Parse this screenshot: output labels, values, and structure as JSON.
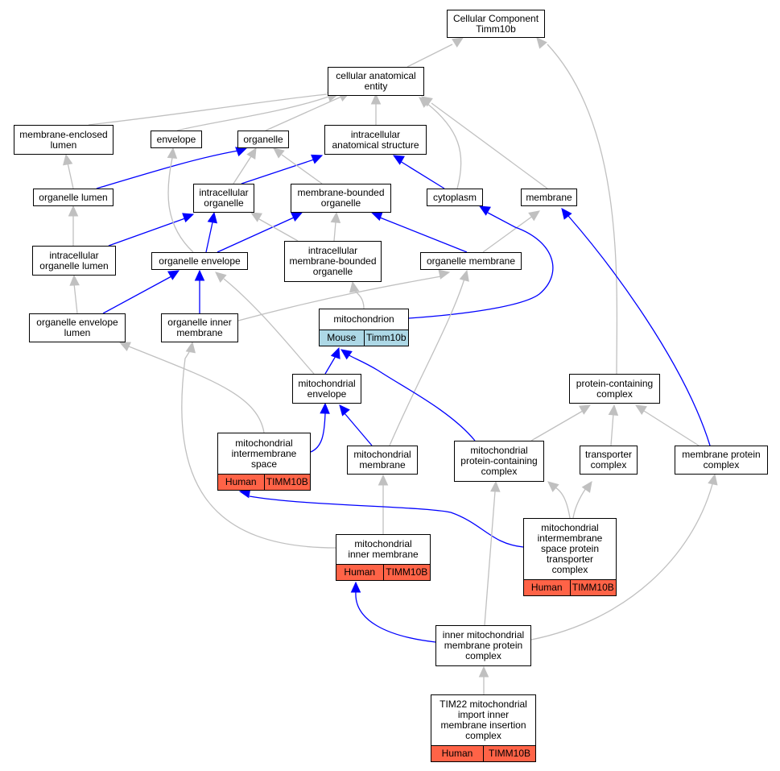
{
  "colors": {
    "is_a_edge": "#c0c0c0",
    "part_of_edge": "#0000ff",
    "mouse_tag": "#add8e6",
    "human_tag": "#ff6347"
  },
  "nodes": {
    "cellular_component": {
      "label": "Cellular Component\nTimm10b"
    },
    "cellular_anatomical_entity": {
      "label": "cellular anatomical\nentity"
    },
    "membrane_enclosed_lumen": {
      "label": "membrane-enclosed\nlumen"
    },
    "envelope": {
      "label": "envelope"
    },
    "organelle": {
      "label": "organelle"
    },
    "intracellular_anatomical_structure": {
      "label": "intracellular\nanatomical structure"
    },
    "organelle_lumen": {
      "label": "organelle lumen"
    },
    "intracellular_organelle": {
      "label": "intracellular\norganelle"
    },
    "membrane_bounded_organelle": {
      "label": "membrane-bounded\norganelle"
    },
    "cytoplasm": {
      "label": "cytoplasm"
    },
    "membrane": {
      "label": "membrane"
    },
    "intracellular_organelle_lumen": {
      "label": "intracellular\norganelle lumen"
    },
    "organelle_envelope": {
      "label": "organelle envelope"
    },
    "intracellular_membrane_bounded_organelle": {
      "label": "intracellular\nmembrane-bounded\norganelle"
    },
    "organelle_membrane": {
      "label": "organelle membrane"
    },
    "organelle_envelope_lumen": {
      "label": "organelle envelope\nlumen"
    },
    "organelle_inner_membrane": {
      "label": "organelle inner\nmembrane"
    },
    "mitochondrion": {
      "label": "mitochondrion",
      "species": "Mouse",
      "gene": "Timm10b"
    },
    "mitochondrial_envelope": {
      "label": "mitochondrial\nenvelope"
    },
    "protein_containing_complex": {
      "label": "protein-containing\ncomplex"
    },
    "mitochondrial_intermembrane_space": {
      "label": "mitochondrial\nintermembrane\nspace",
      "species": "Human",
      "gene": "TIMM10B"
    },
    "mitochondrial_membrane": {
      "label": "mitochondrial\nmembrane"
    },
    "mitochondrial_protein_containing_complex": {
      "label": "mitochondrial\nprotein-containing\ncomplex"
    },
    "transporter_complex": {
      "label": "transporter\ncomplex"
    },
    "membrane_protein_complex": {
      "label": "membrane protein\ncomplex"
    },
    "mitochondrial_ims_protein_transporter_complex": {
      "label": "mitochondrial\nintermembrane\nspace protein\ntransporter\ncomplex",
      "species": "Human",
      "gene": "TIMM10B"
    },
    "mitochondrial_inner_membrane": {
      "label": "mitochondrial\ninner membrane",
      "species": "Human",
      "gene": "TIMM10B"
    },
    "inner_mitochondrial_membrane_protein_complex": {
      "label": "inner mitochondrial\nmembrane protein\ncomplex"
    },
    "tim22_complex": {
      "label": "TIM22 mitochondrial\nimport inner\nmembrane insertion\ncomplex",
      "species": "Human",
      "gene": "TIMM10B"
    }
  }
}
